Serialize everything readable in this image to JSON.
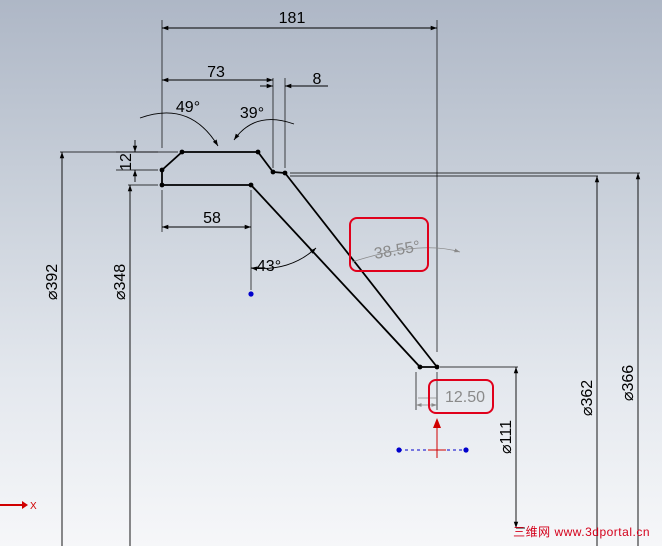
{
  "dimensions": {
    "d181": "181",
    "d73": "73",
    "d8": "8",
    "a49": "49°",
    "a39": "39°",
    "d12": "12",
    "d58": "58",
    "a43": "43°",
    "a38_55": "38.55°",
    "d12_50": "12.50",
    "dia392": "⌀392",
    "dia348": "⌀348",
    "dia362": "⌀362",
    "dia366": "⌀366",
    "dia111": "⌀111"
  },
  "axis_label": "X",
  "watermark": "三维网 www.3dportal.cn",
  "colors": {
    "geometry": "#000000",
    "driven_dimension": "#8a8a8a",
    "highlight_box": "#e0001b",
    "point_blue": "#0000cc",
    "origin_red": "#d00000"
  }
}
